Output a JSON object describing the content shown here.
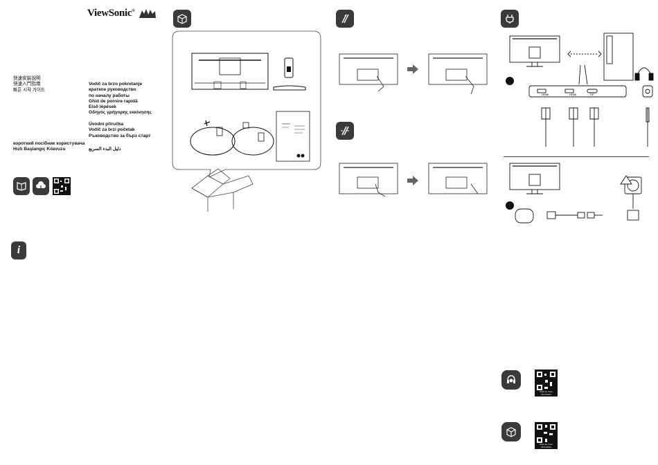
{
  "brand": {
    "name": "ViewSonic",
    "reg": "®"
  },
  "guide_titles": {
    "left_col": [
      "快速安裝說明",
      "快速入門指南",
      "빠른 시작 가이드"
    ],
    "right_col": [
      "Vodič za brzo pokretanje",
      "краткое руководство",
      "по началу работы",
      "Ghid de pornire rapidă",
      "Első lépések",
      "Οδηγός γρήγορης εκκίνησης",
      "",
      "Úvodní příručka",
      "Vodič za brzi početak",
      "Ръководство за бърз старт"
    ],
    "bottom_left": [
      "короткий посібник користувача",
      "Hızlı Başlangıç Kılavuzu"
    ],
    "bottom_right": "دليل البدء السريع"
  },
  "ports": {
    "hdmi1": "HDMI",
    "hdmi2": "HDMI",
    "dp": "DP"
  },
  "qr_caption": "Scan for more information",
  "icons": {
    "box": "box-icon",
    "stand_install": "stand-install-icon",
    "stand_remove": "stand-remove-icon",
    "power": "power-plug-icon",
    "info": "info-icon",
    "support": "headset-support-icon",
    "product": "product-cube-icon",
    "manual_download": "book-download-icon",
    "cloud_download": "cloud-download-icon"
  },
  "step_numbers": {
    "signal": "",
    "power": ""
  }
}
